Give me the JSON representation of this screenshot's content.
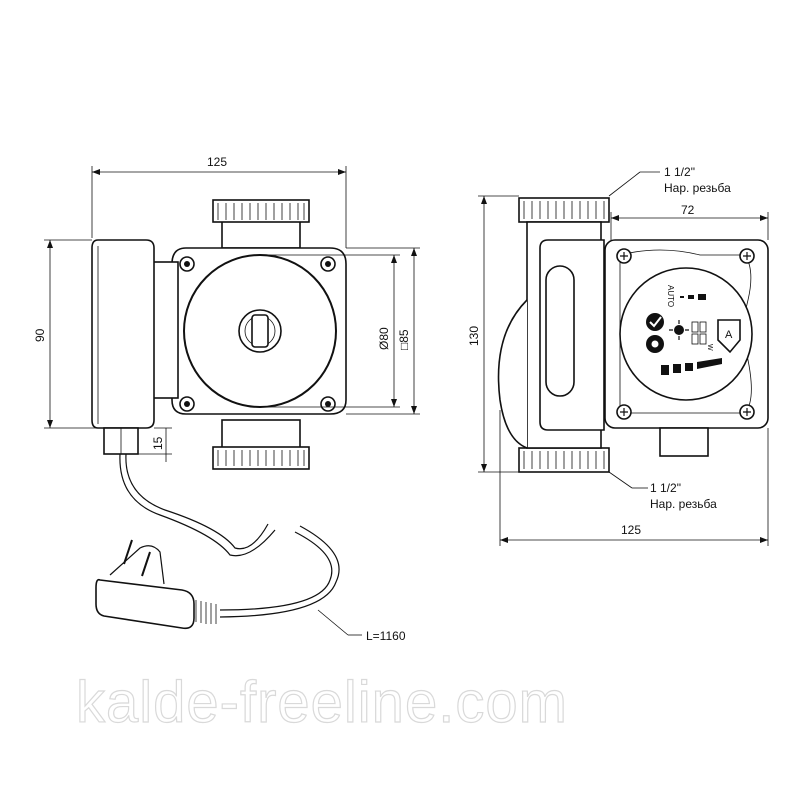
{
  "dimensions": {
    "front_width": "125",
    "front_height": "90",
    "diameter": "Ø80",
    "square": "□85",
    "terminal_offset": "15",
    "side_height": "130",
    "side_box_width": "72",
    "side_total_width": "125",
    "cable_length": "L=1160"
  },
  "threads": {
    "top_size": "1 1/2\"",
    "top_label": "Нар. резьба",
    "bottom_size": "1 1/2\"",
    "bottom_label": "Нар. резьба"
  },
  "panel": {
    "auto_label": "AUTO",
    "mode_label": "A",
    "unit_label": "W"
  },
  "watermark": "kalde-freeline.com"
}
